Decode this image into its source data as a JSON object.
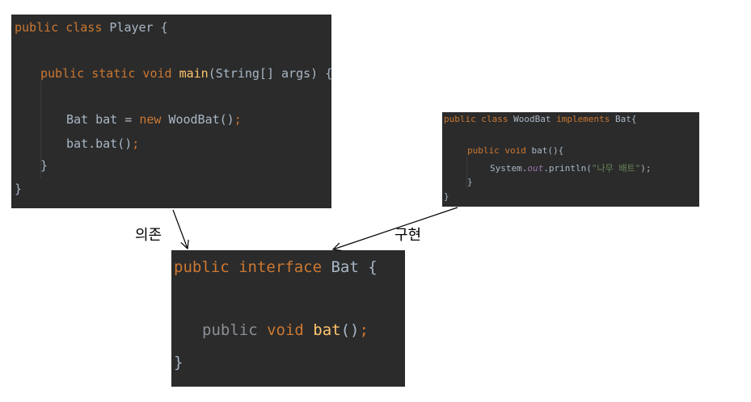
{
  "player_code": {
    "line1_kw": "public class",
    "line1_rest": " Player {",
    "line2_kw": "public static void",
    "line2_fn": "main",
    "line2_rest": "(String[] args) {",
    "line3_a": "Bat bat = ",
    "line3_kw": "new",
    "line3_b": " WoodBat()",
    "line3_semi": ";",
    "line4_a": "bat.bat()",
    "line4_semi": ";",
    "line5": "}",
    "line6": "}"
  },
  "woodbat_code": {
    "line1_kw": "public class",
    "line1_name": " WoodBat ",
    "line1_kw2": "implements",
    "line1_rest": " Bat{",
    "line2_kw": "public void",
    "line2_rest": " bat(){",
    "line3_a": "System.",
    "line3_it": "out",
    "line3_b": ".println(",
    "line3_str": "\"나무 배트\"",
    "line3_c": ");",
    "line4": "}",
    "line5": "}"
  },
  "bat_code": {
    "line1_kw": "public interface",
    "line1_rest": " Bat {",
    "line2_dim": "public",
    "line2_kw": " void ",
    "line2_fn": "bat",
    "line2_rest": "()",
    "line2_semi": ";",
    "line3": "}"
  },
  "relations": {
    "dependency_label": "의존",
    "implementation_label": "구현"
  },
  "colors": {
    "editor_bg": "#2b2b2b",
    "keyword": "#cc7832",
    "function": "#ffc66d",
    "default_text": "#a9b7c6",
    "string": "#6a8759"
  }
}
